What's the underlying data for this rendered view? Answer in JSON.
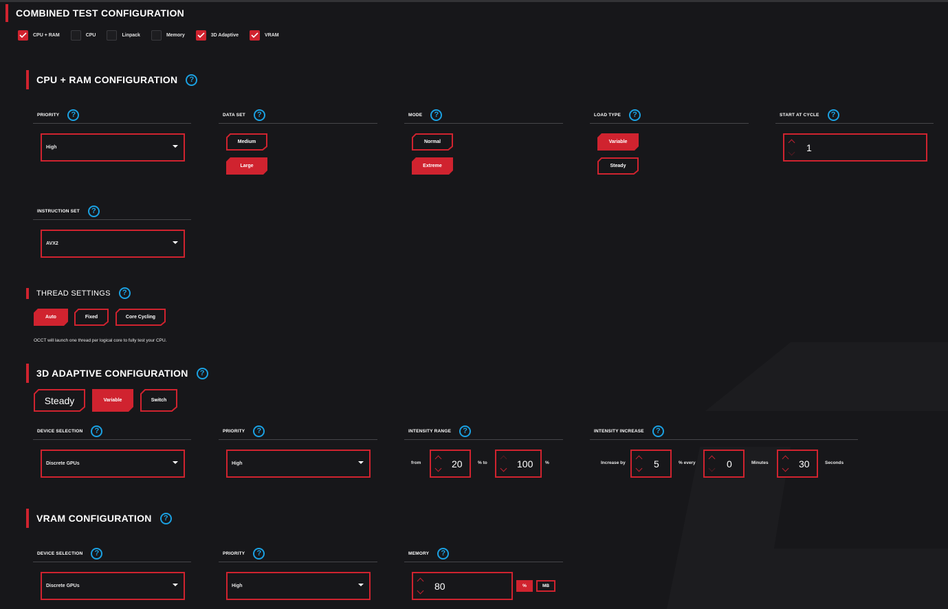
{
  "colors": {
    "accent": "#d0232f",
    "help": "#1ba1e2",
    "background": "#17171a"
  },
  "combined": {
    "title": "COMBINED TEST CONFIGURATION",
    "tests": [
      {
        "label": "CPU + RAM",
        "checked": true
      },
      {
        "label": "CPU",
        "checked": false
      },
      {
        "label": "Linpack",
        "checked": false
      },
      {
        "label": "Memory",
        "checked": false
      },
      {
        "label": "3D Adaptive",
        "checked": true
      },
      {
        "label": "VRAM",
        "checked": true
      }
    ]
  },
  "cpu_ram": {
    "title": "CPU + RAM CONFIGURATION",
    "help_icon": "?",
    "priority": {
      "label": "PRIORITY",
      "value": "High"
    },
    "data_set": {
      "label": "DATA SET",
      "options": [
        "Medium",
        "Large"
      ],
      "selected": "Large"
    },
    "mode": {
      "label": "MODE",
      "options": [
        "Normal",
        "Extreme"
      ],
      "selected": "Extreme"
    },
    "load_type": {
      "label": "LOAD TYPE",
      "options": [
        "Variable",
        "Steady"
      ],
      "selected": "Variable"
    },
    "start_at_cycle": {
      "label": "START AT CYCLE",
      "value": "1"
    },
    "instruction_set": {
      "label": "INSTRUCTION SET",
      "value": "AVX2"
    },
    "thread_settings": {
      "title": "THREAD SETTINGS",
      "options": [
        "Auto",
        "Fixed",
        "Core Cycling"
      ],
      "selected": "Auto",
      "note": "OCCT will launch one thread per logical core to fully test your CPU."
    }
  },
  "adaptive3d": {
    "title": "3D ADAPTIVE CONFIGURATION",
    "modes": [
      "Steady",
      "Variable",
      "Switch"
    ],
    "selected": "Variable",
    "device_selection": {
      "label": "DEVICE SELECTION",
      "value": "Discrete GPUs"
    },
    "priority": {
      "label": "PRIORITY",
      "value": "High"
    },
    "intensity_range": {
      "label": "INTENSITY RANGE",
      "from_label": "from",
      "from_value": "20",
      "to_label": "% to",
      "to_value": "100",
      "unit": "%"
    },
    "intensity_increase": {
      "label": "INTENSITY INCREASE",
      "increase_label": "Increase by",
      "increase_value": "5",
      "every_label": "% every",
      "minutes_value": "0",
      "minutes_label": "Minutes",
      "seconds_value": "30",
      "seconds_label": "Seconds"
    }
  },
  "vram": {
    "title": "VRAM CONFIGURATION",
    "device_selection": {
      "label": "DEVICE SELECTION",
      "value": "Discrete GPUs"
    },
    "priority": {
      "label": "PRIORITY",
      "value": "High"
    },
    "memory": {
      "label": "MEMORY",
      "value": "80",
      "units": [
        "%",
        "MB"
      ],
      "selected_unit": "%"
    }
  }
}
